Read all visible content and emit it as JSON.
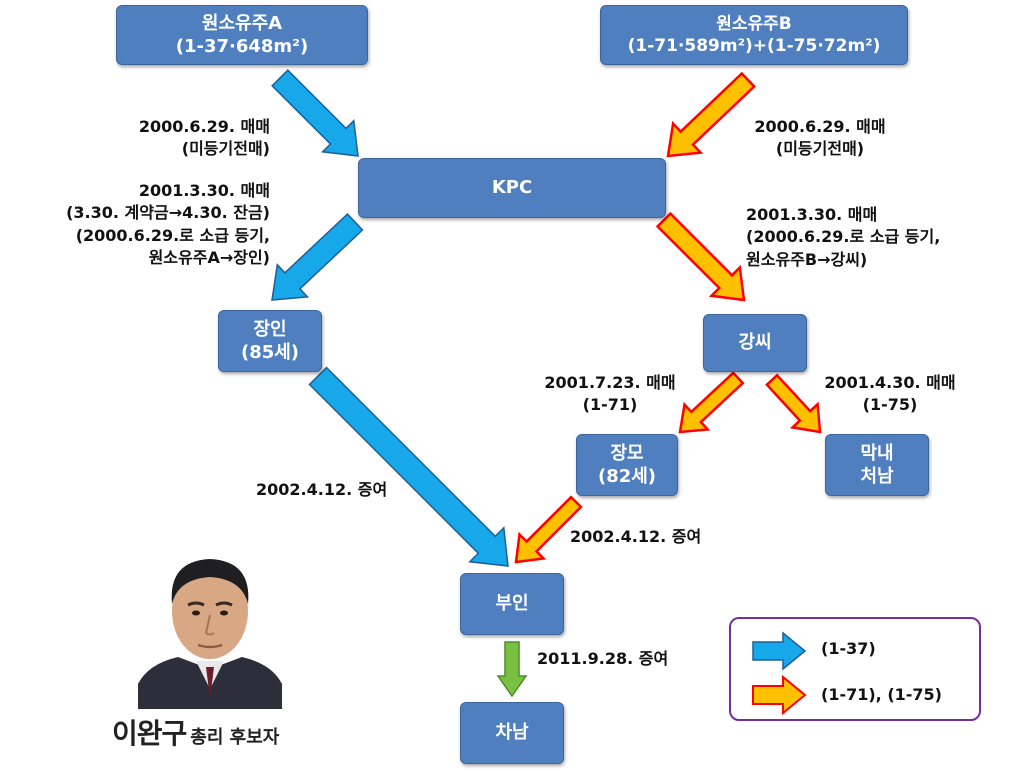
{
  "boxes": {
    "owner_a": {
      "line1": "원소유주A",
      "line2": "(1-37·648m²)"
    },
    "owner_b": {
      "line1": "원소유주B",
      "line2": "(1-71·589m²)+(1-75·72m²)"
    },
    "kpc": {
      "line1": "KPC"
    },
    "father_in_law": {
      "line1": "장인",
      "line2": "(85세)"
    },
    "gangssi": {
      "line1": "강씨"
    },
    "mother_in_law": {
      "line1": "장모",
      "line2": "(82세)"
    },
    "youngest": {
      "line1": "막내",
      "line2": "처남"
    },
    "wife": {
      "line1": "부인"
    },
    "second_son": {
      "line1": "차남"
    }
  },
  "labels": {
    "a_to_kpc": {
      "line1": "2000.6.29. 매매",
      "line2": "(미등기전매)"
    },
    "b_to_kpc": {
      "line1": "2000.6.29. 매매",
      "line2": "(미등기전매)"
    },
    "kpc_to_father": {
      "line1": "2001.3.30. 매매",
      "line2": "(3.30. 계약금→4.30. 잔금)",
      "line3": "(2000.6.29.로 소급 등기,",
      "line4": "원소유주A→장인)"
    },
    "kpc_to_gang": {
      "line1": "2001.3.30. 매매",
      "line2": "(2000.6.29.로 소급 등기,",
      "line3": "원소유주B→강씨)"
    },
    "gang_to_mother": {
      "line1": "2001.7.23. 매매",
      "line2": "(1-71)"
    },
    "gang_to_youngest": {
      "line1": "2001.4.30. 매매",
      "line2": "(1-75)"
    },
    "father_to_wife": {
      "line1": "2002.4.12. 증여"
    },
    "mother_to_wife": {
      "line1": "2002.4.12. 증여"
    },
    "wife_to_son": {
      "line1": "2011.9.28. 증여"
    }
  },
  "legend": {
    "blue": "(1-37)",
    "orange": "(1-71), (1-75)"
  },
  "person": {
    "name": "이완구",
    "title": "총리 후보자"
  },
  "colors": {
    "box_fill": "#4f7fbf",
    "blue_arrow": "#16a8e8",
    "orange_arrow": "#ffc000",
    "orange_border": "#ff0000",
    "green_arrow": "#7ac142",
    "legend_border": "#7030a0"
  }
}
